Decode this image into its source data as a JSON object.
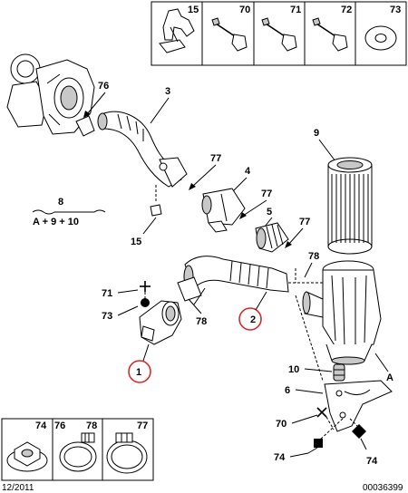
{
  "top_box": {
    "labels": [
      "15",
      "70",
      "71",
      "72",
      "73"
    ]
  },
  "bottom_box": {
    "labels": [
      "74",
      "76",
      "78",
      "77"
    ]
  },
  "callouts": {
    "p76": "76",
    "p3": "3",
    "p77a": "77",
    "p4": "4",
    "p77b": "77",
    "p5": "5",
    "p77c": "77",
    "p9": "9",
    "p8": "8",
    "p15": "15",
    "p78a": "78",
    "p71": "71",
    "p73": "73",
    "p78b": "78",
    "p2": "2",
    "p1": "1",
    "p10": "10",
    "pA": "A",
    "p6": "6",
    "p70": "70",
    "p74a": "74",
    "p74b": "74"
  },
  "formula": "A + 9 + 10",
  "footer": {
    "date": "12/2011",
    "code": "00036399"
  }
}
